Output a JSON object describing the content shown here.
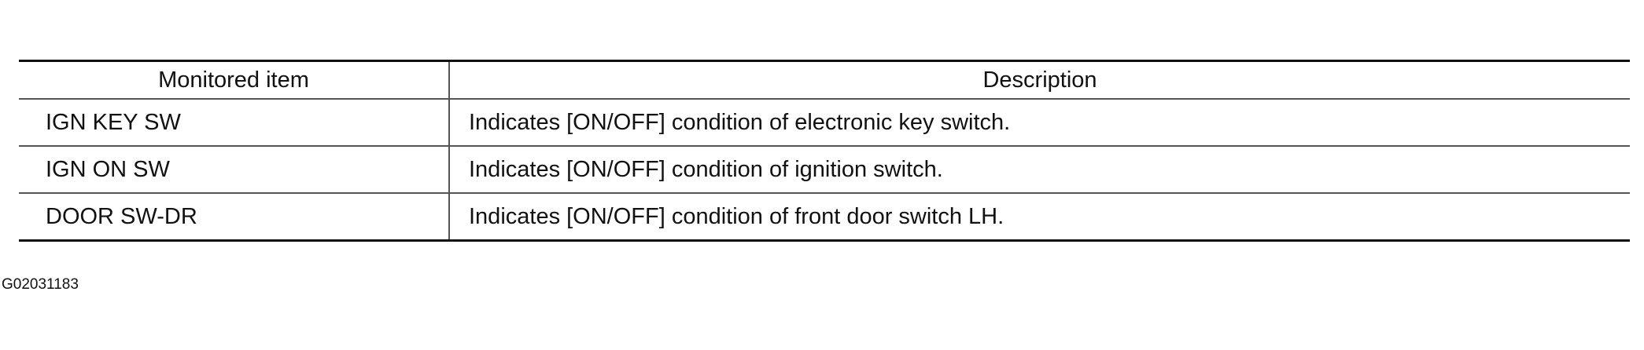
{
  "table": {
    "headers": [
      "Monitored item",
      "Description"
    ],
    "rows": [
      [
        "IGN KEY SW",
        "Indicates [ON/OFF] condition of electronic key switch."
      ],
      [
        "IGN ON SW",
        "Indicates [ON/OFF] condition of ignition switch."
      ],
      [
        "DOOR SW-DR",
        "Indicates [ON/OFF] condition of front door switch LH."
      ]
    ]
  },
  "figure_code": "G02031183"
}
